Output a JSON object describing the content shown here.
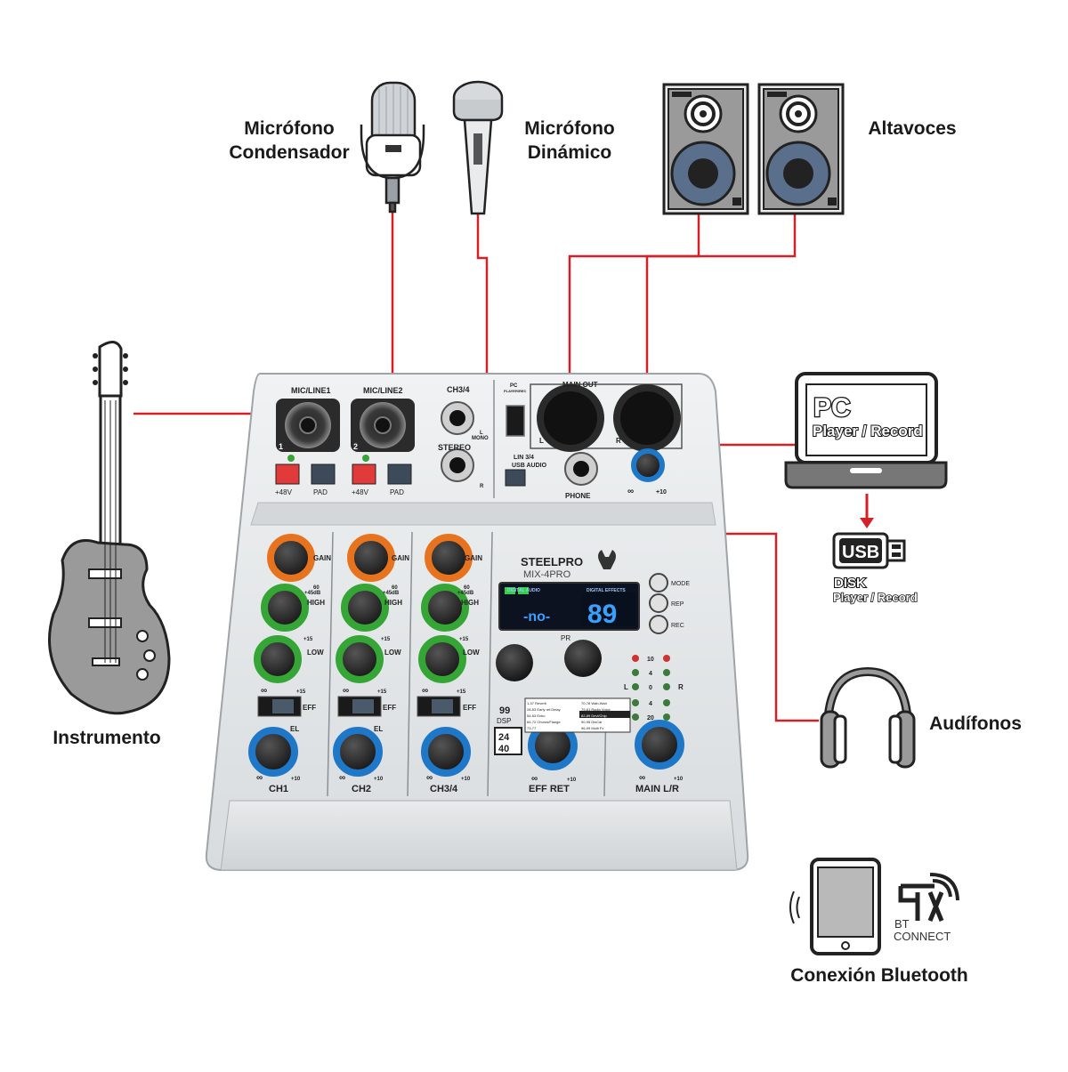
{
  "labels": {
    "condenser_mic_line1": "Micrófono",
    "condenser_mic_line2": "Condensador",
    "dynamic_mic_line1": "Micrófono",
    "dynamic_mic_line2": "Dinámico",
    "speakers": "Altavoces",
    "instrument": "Instrumento",
    "headphones": "Audífonos",
    "bluetooth": "Conexión Bluetooth"
  },
  "pc": {
    "title": "PC",
    "subtitle": "Player / Record"
  },
  "usb": {
    "badge": "USB",
    "title": "DISK",
    "subtitle": "Player / Record"
  },
  "bt": {
    "line1": "BT",
    "line2": "CONNECT"
  },
  "mixer": {
    "brand": "STEELPRO",
    "model": "MIX-4PRO",
    "inputs": [
      "MIC/LINE1",
      "MIC/LINE2"
    ],
    "input_numbers": [
      "1",
      "2"
    ],
    "ch34": "CH3/4",
    "stereo": "STEREO",
    "mono": "L\nMONO",
    "r_mark": "R",
    "main_out": "MAIN OUT",
    "pc_player": "PC\nPLAYER/REC",
    "lin34": "LIN 3/4",
    "usb_audio": "USB AUDIO",
    "phone": "PHONE",
    "plus48v": "+48V",
    "pad": "PAD",
    "gain": "GAIN",
    "high": "HIGH",
    "low": "LOW",
    "eff": "EFF",
    "level": "EL",
    "ch_names": [
      "CH1",
      "CH2",
      "CH3/4"
    ],
    "eff_ret": "EFF RET",
    "main_lr": "MAIN L/R",
    "db60": "60",
    "db45": "+45dB",
    "plus15": "+15",
    "plus10": "+10",
    "infinity": "∞",
    "digital_audio": "DIGITAL AUDIO",
    "digital_effects": "DIGITAL EFFECTS",
    "display_mode": "-no-",
    "display_effect": "89",
    "mode": "MODE",
    "rep": "REP",
    "rec": "REC",
    "pro": "PR",
    "dsp_count": "99",
    "dsp": "DSP",
    "bits": "24",
    "khz": "40",
    "meter_labels": [
      "10",
      "4",
      "0",
      "4",
      "20"
    ],
    "meter_l": "L",
    "meter_r": "R",
    "main_out_l": "L",
    "main_out_r": "R",
    "effects": [
      [
        "1-37 Reverb",
        "70-78 Wah-Wah"
      ],
      [
        "28-53 Early ref.Delay",
        "79-81 Radio Voice"
      ],
      [
        "54-63 Echo",
        "82-89 Devl/Chip"
      ],
      [
        "64-72 Chorus/Flange",
        "90-95 DisCdr"
      ],
      [
        "73-77",
        "96-99 Multi Fx"
      ]
    ]
  },
  "colors": {
    "cable": "#d42027",
    "knob_gain": "#e8731e",
    "knob_eq": "#35a535",
    "knob_level": "#1f77c8",
    "display_bg": "#0c1220",
    "display_text": "#3aa0ff",
    "mixer_body": "#e3e6e8"
  }
}
